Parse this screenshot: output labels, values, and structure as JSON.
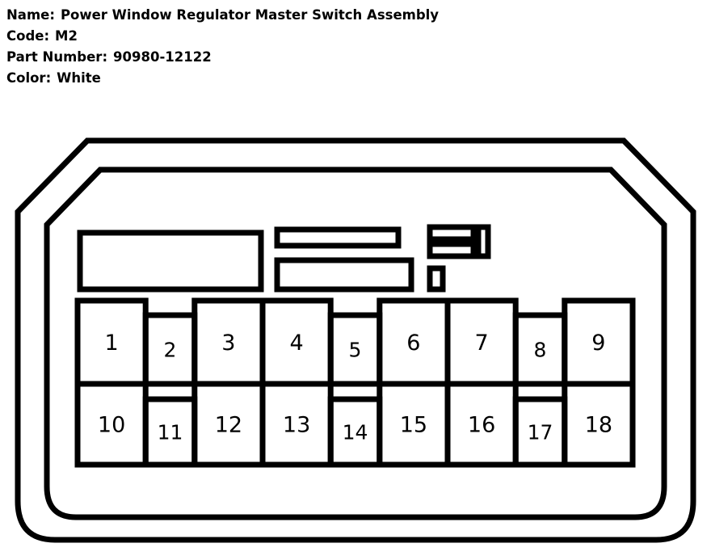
{
  "header": {
    "rows": [
      {
        "label": "Name:",
        "value": "Power Window Regulator Master Switch Assembly"
      },
      {
        "label": "Code:",
        "value": "M2"
      },
      {
        "label": "Part Number:",
        "value": "90980-12122"
      },
      {
        "label": "Color:",
        "value": "White"
      }
    ]
  },
  "connector": {
    "title": "Power Window Regulator Master Switch Assembly",
    "code": "M2",
    "part_number": "90980-12122",
    "color": "White",
    "outline_color": "#000000",
    "fill_color": "#ffffff",
    "rows": 2,
    "columns": 9,
    "total_cavities": 18,
    "top_row": [
      {
        "number": "1",
        "width": "wide",
        "tall": true
      },
      {
        "number": "2",
        "width": "narrow",
        "tall": false
      },
      {
        "number": "3",
        "width": "wide",
        "tall": true
      },
      {
        "number": "4",
        "width": "wide",
        "tall": true
      },
      {
        "number": "5",
        "width": "narrow",
        "tall": false
      },
      {
        "number": "6",
        "width": "wide",
        "tall": true
      },
      {
        "number": "7",
        "width": "wide",
        "tall": true
      },
      {
        "number": "8",
        "width": "narrow",
        "tall": false
      },
      {
        "number": "9",
        "width": "wide",
        "tall": true
      }
    ],
    "bottom_row": [
      {
        "number": "10",
        "width": "wide",
        "tall": true
      },
      {
        "number": "11",
        "width": "narrow",
        "tall": false
      },
      {
        "number": "12",
        "width": "wide",
        "tall": true
      },
      {
        "number": "13",
        "width": "wide",
        "tall": true
      },
      {
        "number": "14",
        "width": "narrow",
        "tall": false
      },
      {
        "number": "15",
        "width": "wide",
        "tall": true
      },
      {
        "number": "16",
        "width": "wide",
        "tall": true
      },
      {
        "number": "17",
        "width": "narrow",
        "tall": false
      },
      {
        "number": "18",
        "width": "wide",
        "tall": true
      }
    ],
    "keying_features": [
      {
        "name": "large-left-slot"
      },
      {
        "name": "upper-middle-slot"
      },
      {
        "name": "lower-middle-slot"
      },
      {
        "name": "upper-right-double-slot"
      },
      {
        "name": "right-tall-slot"
      },
      {
        "name": "small-lower-slot"
      }
    ]
  }
}
